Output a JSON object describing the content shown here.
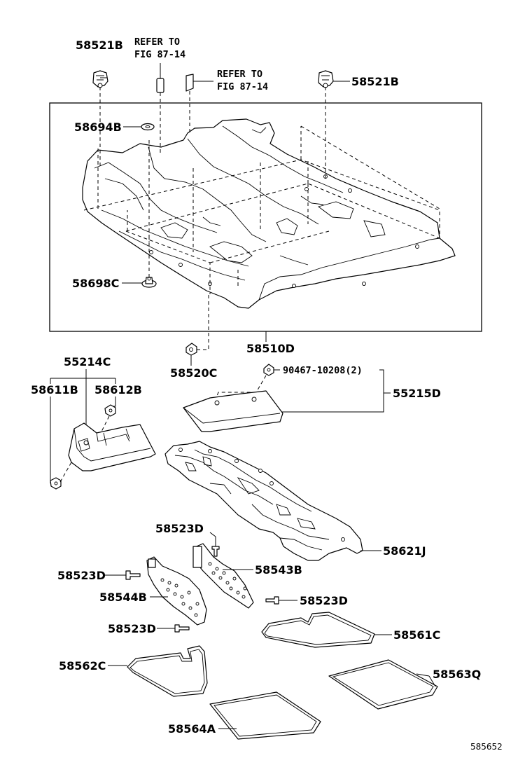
{
  "labels": {
    "c1": "58521B",
    "ref1_l1": "REFER TO",
    "ref1_l2": "FIG 87-14",
    "ref2_l1": "REFER TO",
    "ref2_l2": "FIG 87-14",
    "c2": "58521B",
    "c3": "58694B",
    "c4": "58698C",
    "c5": "58510D",
    "c6": "58520C",
    "c7": "55214C",
    "c8": "58611B",
    "c9": "58612B",
    "c10": "90467-10208(2)",
    "c11": "55215D",
    "c12": "58621J",
    "c13": "58523D",
    "c14": "58543B",
    "c15": "58523D",
    "c16": "58544B",
    "c17": "58523D",
    "c18": "58523D",
    "c19": "58561C",
    "c20": "58562C",
    "c21": "58563Q",
    "c22": "58564A"
  },
  "diagram_id": "585652"
}
